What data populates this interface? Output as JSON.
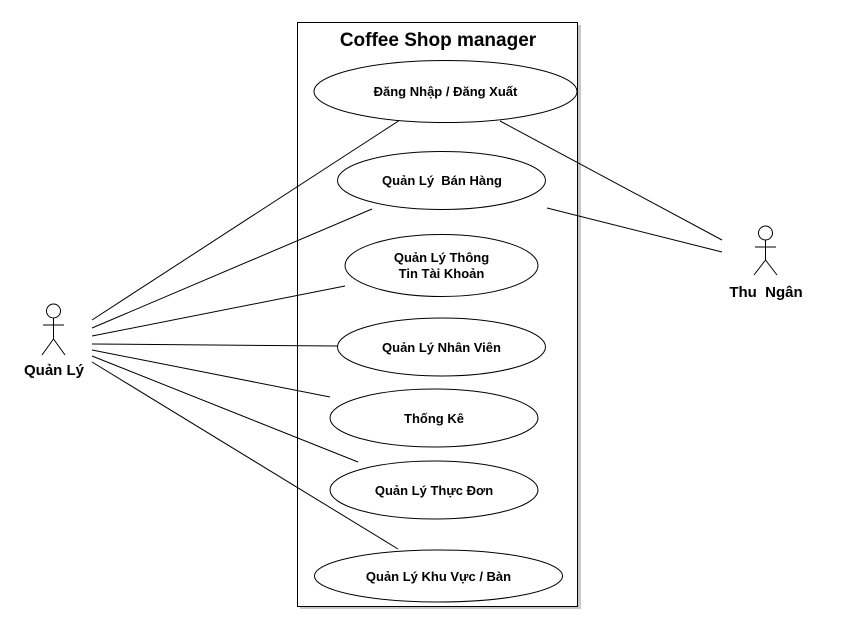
{
  "system": {
    "title": "Coffee Shop manager"
  },
  "use_cases": [
    {
      "id": "uc-login",
      "lines": [
        "Đăng Nhập / Đăng Xuất"
      ]
    },
    {
      "id": "uc-sales",
      "lines": [
        "Quản Lý  Bán Hàng"
      ]
    },
    {
      "id": "uc-account",
      "lines": [
        "Quản Lý Thông",
        "Tin Tài Khoản"
      ]
    },
    {
      "id": "uc-staff",
      "lines": [
        "Quản Lý Nhân Viên"
      ]
    },
    {
      "id": "uc-stats",
      "lines": [
        "Thống Kê"
      ]
    },
    {
      "id": "uc-menu",
      "lines": [
        "Quản Lý Thực Đơn"
      ]
    },
    {
      "id": "uc-tables",
      "lines": [
        "Quản Lý Khu Vực / Bàn"
      ]
    }
  ],
  "actors": [
    {
      "id": "quan-ly",
      "name": "Quản Lý"
    },
    {
      "id": "thu-ngan",
      "name": "Thu  Ngân"
    }
  ],
  "associations": [
    {
      "actor": "quan-ly",
      "use_case": "uc-login"
    },
    {
      "actor": "quan-ly",
      "use_case": "uc-sales"
    },
    {
      "actor": "quan-ly",
      "use_case": "uc-account"
    },
    {
      "actor": "quan-ly",
      "use_case": "uc-staff"
    },
    {
      "actor": "quan-ly",
      "use_case": "uc-stats"
    },
    {
      "actor": "quan-ly",
      "use_case": "uc-menu"
    },
    {
      "actor": "quan-ly",
      "use_case": "uc-tables"
    },
    {
      "actor": "thu-ngan",
      "use_case": "uc-login"
    },
    {
      "actor": "thu-ngan",
      "use_case": "uc-sales"
    }
  ]
}
